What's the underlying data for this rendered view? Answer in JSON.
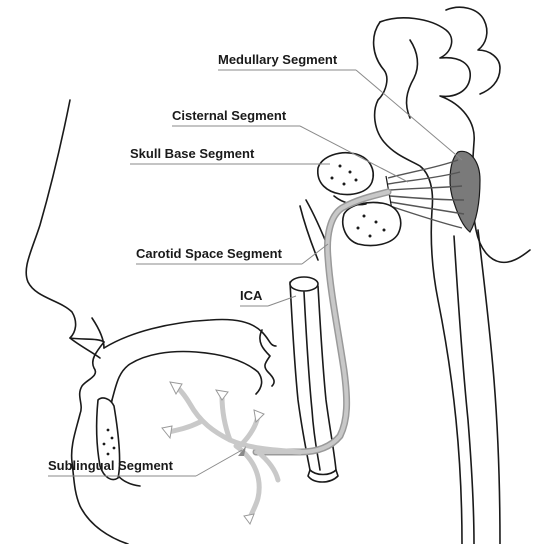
{
  "labels": {
    "medullary": "Medullary Segment",
    "cisternal": "Cisternal Segment",
    "skull_base": "Skull Base Segment",
    "carotid_space": "Carotid Space Segment",
    "ica": "ICA",
    "sublingual": "Sublingual Segment"
  },
  "colors": {
    "ink": "#1a1a1a",
    "leader": "#8a8a8a",
    "nerve": "#9a9a9a",
    "nerve_light": "#c8c8c8"
  }
}
